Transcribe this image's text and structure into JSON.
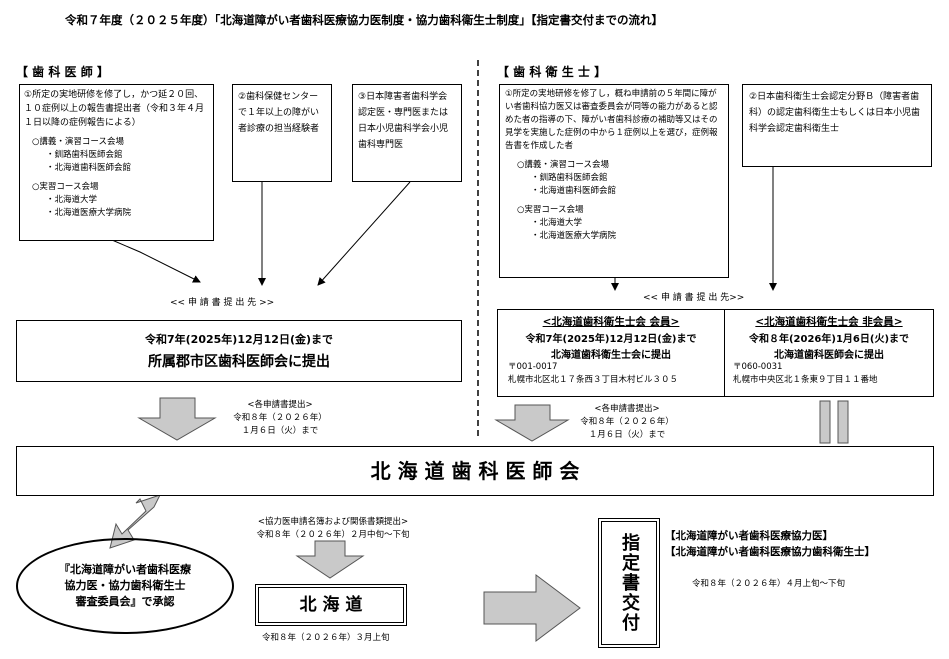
{
  "title": "令和７年度（２０２５年度）「北海道障がい者歯科医療協力医制度・協力歯科衛生士制度」【指定書交付までの流れ】",
  "dentist": {
    "header": "【 歯 科 医 師 】",
    "req1": {
      "text": "①所定の実地研修を修了し，かつ延２０回、１０症例以上の報告書提出者（令和３年４月１日以降の症例報告による）",
      "lecture_label": "○講義・演習コース会場",
      "lecture_items": [
        "・釧路歯科医師会館",
        "・北海道歯科医師会館"
      ],
      "practice_label": "○実習コース会場",
      "practice_items": [
        "・北海道大学",
        "・北海道医療大学病院"
      ]
    },
    "req2": "②歯科保健センターで１年以上の障がい者診療の担当経験者",
    "req3": "③日本障害者歯科学会認定医・専門医または日本小児歯科学会小児歯科専門医",
    "submit_label": "<< 申 請 書 提 出 先 >>",
    "submit_box": {
      "line1": "令和7年(2025年)12月12日(金)まで",
      "line2": "所属郡市区歯科医師会に提出"
    },
    "forward_label": "<各申請書提出>",
    "forward_date1": "令和８年（２０２６年）",
    "forward_date2": "１月６日（火）まで"
  },
  "hygienist": {
    "header": "【 歯 科 衛 生 士 】",
    "req1": {
      "text": "①所定の実地研修を修了し，概ね申請前の５年間に障がい者歯科協力医又は審査委員会が同等の能力があると認めた者の指導の下、障がい者歯科診療の補助等又はその見学を実施した症例の中から１症例以上を選び，症例報告書を作成した者",
      "lecture_label": "○講義・演習コース会場",
      "lecture_items": [
        "・釧路歯科医師会館",
        "・北海道歯科医師会館"
      ],
      "practice_label": "○実習コース会場",
      "practice_items": [
        "・北海道大学",
        "・北海道医療大学病院"
      ]
    },
    "req2": "②日本歯科衛生士会認定分野Ｂ（障害者歯科）の認定歯科衛生士もしくは日本小児歯科学会認定歯科衛生士",
    "submit_label": "<< 申 請 書 提 出 先>>",
    "member": {
      "heading": "<北海道歯科衛生士会 会員>",
      "date": "令和7年(2025年)12月12日(金)まで",
      "place": "北海道歯科衛生士会に提出",
      "postal": "〒001-0017",
      "address": "札幌市北区北１７条西３丁目木村ビル３０５"
    },
    "nonmember": {
      "heading": "<北海道歯科衛生士会 非会員>",
      "date": "令和８年(2026年)1月6日(火)まで",
      "place": "北海道歯科医師会に提出",
      "postal": "〒060-0031",
      "address": "札幌市中央区北１条東９丁目１１番地"
    },
    "forward_label": "<各申請書提出>",
    "forward_date1": "令和８年（２０２６年）",
    "forward_date2": "１月６日（火）まで"
  },
  "association": "北 海 道 歯 科 医 師 会",
  "to_prefecture": {
    "label": "<協力医申請名簿および関係書類提出>",
    "date": "令和８年（２０２６年）２月中旬～下旬"
  },
  "committee": {
    "line1": "『北海道障がい者歯科医療",
    "line2": "協力医・協力歯科衛生士",
    "line3": "審査委員会』で承認"
  },
  "prefecture": {
    "name": "北 海 道",
    "date": "令和８年（２０２６年）３月上旬"
  },
  "issue": {
    "label": "指定書交付",
    "item1": "【北海道障がい者歯科医療協力医】",
    "item2": "【北海道障がい者歯科医療協力歯科衛生士】",
    "date": "令和８年（２０２６年）４月上旬～下旬"
  }
}
